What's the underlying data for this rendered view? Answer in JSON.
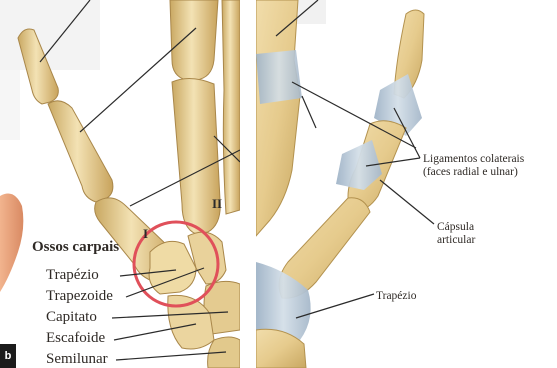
{
  "left_panel": {
    "heading": "Ossos carpais",
    "labels": [
      "Trapézio",
      "Trapezoide",
      "Capitato",
      "Escafoide",
      "Semilunar"
    ],
    "roman_numerals": [
      "I",
      "II"
    ],
    "figure_tag": "b",
    "highlight_color": "#e0505a"
  },
  "right_panel": {
    "labels": {
      "ligaments_line1": "Ligamentos colaterais",
      "ligaments_line2": "(faces radial e ulnar)",
      "capsule_line1": "Cápsula",
      "capsule_line2": "articular",
      "trapezium": "Trapézio"
    }
  },
  "colors": {
    "bone": "#e8d19a",
    "bone_shadow": "#c9a862",
    "ligament": "#b9c8d6",
    "leader_line": "#2b2b2b",
    "skin": "#e9a07a"
  }
}
